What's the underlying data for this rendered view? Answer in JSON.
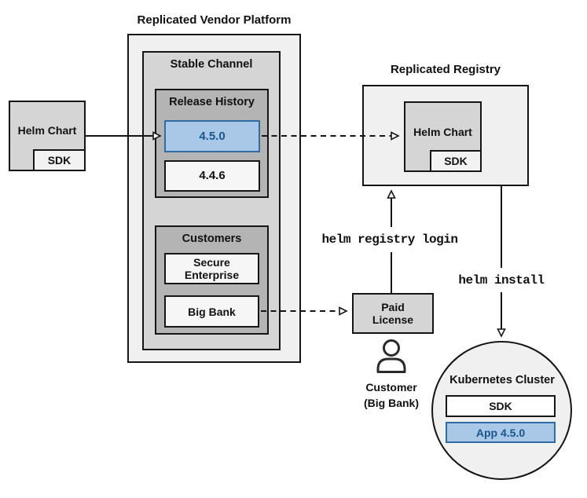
{
  "platform": {
    "title": "Replicated Vendor Platform",
    "stable_channel_label": "Stable Channel",
    "release_history_label": "Release History",
    "release_new": "4.5.0",
    "release_old": "4.4.6",
    "customers_label": "Customers",
    "customer_secure_line1": "Secure",
    "customer_secure_line2": "Enterprise",
    "customer_bigbank": "Big Bank"
  },
  "source_chart": {
    "label": "Helm Chart",
    "sdk": "SDK"
  },
  "registry": {
    "title": "Replicated Registry",
    "chart_label": "Helm Chart",
    "sdk": "SDK"
  },
  "paid_license": {
    "line1": "Paid",
    "line2": "License"
  },
  "customer": {
    "line1": "Customer",
    "line2": "(Big Bank)"
  },
  "commands": {
    "login": "helm registry login",
    "install": "helm install"
  },
  "cluster": {
    "title": "Kubernetes Cluster",
    "sdk": "SDK",
    "app": "App 4.5.0"
  },
  "colors": {
    "container_fill": "#f0f0f0",
    "channel_fill": "#d5d5d5",
    "group_fill": "#b4b4b4",
    "item_fill": "#f6f6f6",
    "highlight_fill": "#a9c8e8",
    "highlight_border": "#2e6da4",
    "highlight_text": "#19568c",
    "line": "#151515"
  }
}
